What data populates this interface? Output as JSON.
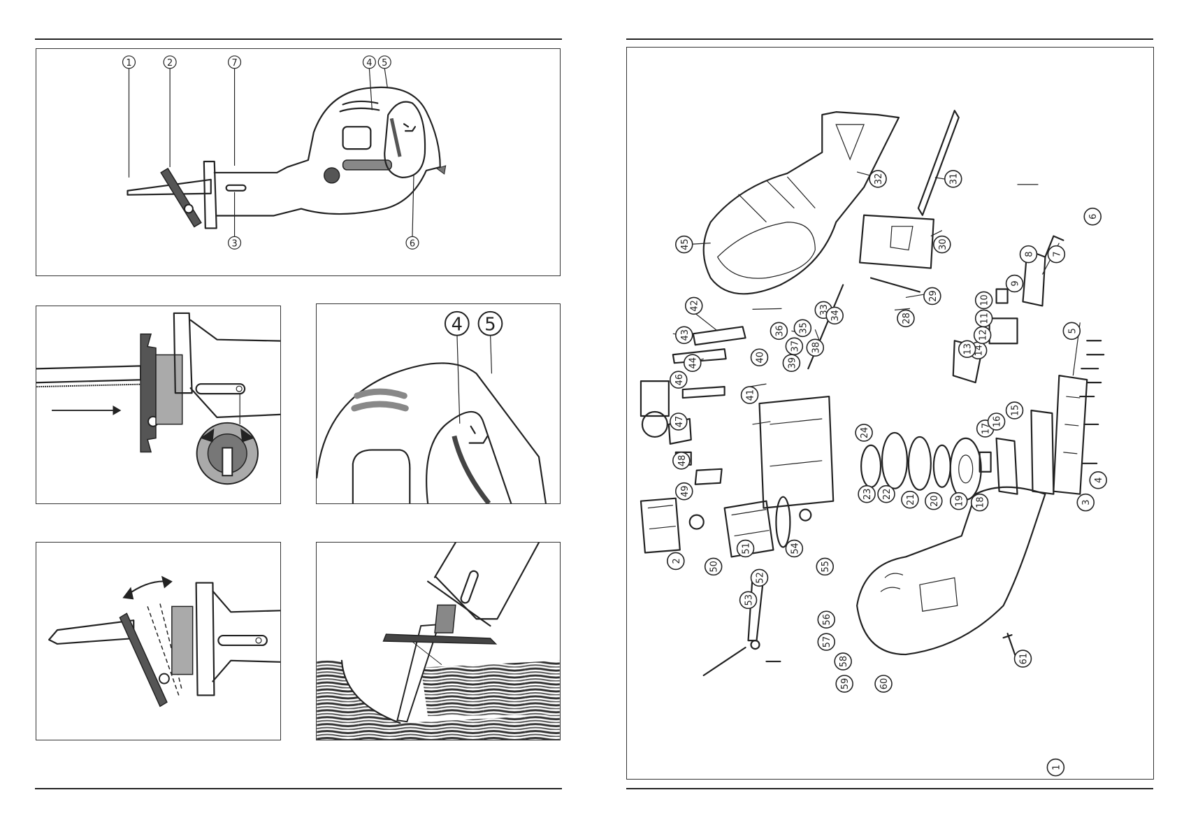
{
  "left_page": {
    "figure_1": {
      "callouts": [
        "1",
        "2",
        "7",
        "4",
        "5",
        "3",
        "6"
      ]
    },
    "figure_3": {
      "callouts": [
        "4",
        "5"
      ]
    }
  },
  "right_page": {
    "exploded_view": {
      "callouts": [
        "30",
        "31",
        "32",
        "29",
        "28",
        "45",
        "33",
        "34",
        "35",
        "36",
        "37",
        "38",
        "39",
        "40",
        "41",
        "42",
        "43",
        "44",
        "46",
        "47",
        "48",
        "49",
        "24",
        "23",
        "22",
        "21",
        "20",
        "19",
        "18",
        "17",
        "16",
        "15",
        "14",
        "13",
        "12",
        "11",
        "10",
        "9",
        "8",
        "7",
        "6",
        "5",
        "4",
        "3",
        "2",
        "50",
        "51",
        "52",
        "53",
        "54",
        "55",
        "56",
        "57",
        "58",
        "59",
        "60",
        "61",
        "1"
      ]
    }
  }
}
